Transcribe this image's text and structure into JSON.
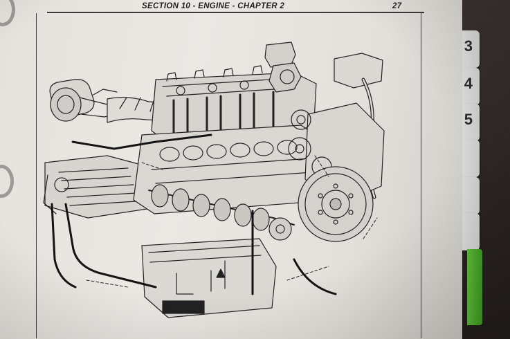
{
  "header": {
    "title": "SECTION 10 - ENGINE - CHAPTER 2",
    "page_number": "27"
  },
  "tabs": [
    {
      "label": "3"
    },
    {
      "label": "4"
    },
    {
      "label": "5"
    },
    {
      "label": ""
    },
    {
      "label": ""
    },
    {
      "label": ""
    }
  ],
  "diagram": {
    "icon": "engine-lubrication-circuit-diagram"
  },
  "colors": {
    "paper": "#e8e6e1",
    "ink": "#1e1e1e",
    "tab_green": "#4eae2e",
    "desk": "#2a2523"
  }
}
